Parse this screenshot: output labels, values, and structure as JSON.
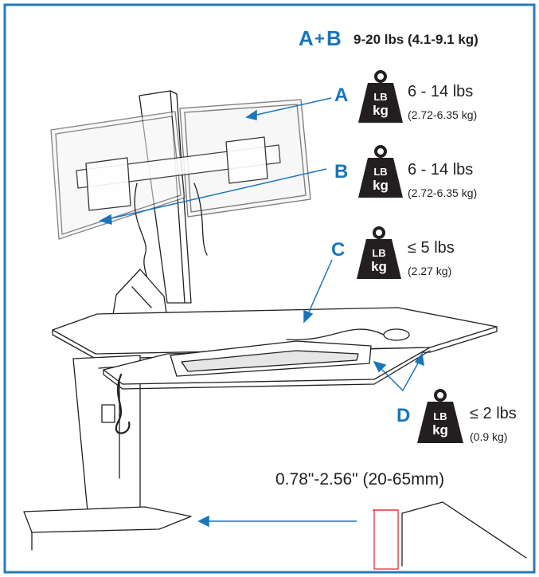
{
  "colors": {
    "accent": "#1a75bb",
    "border": "#2a7ab8",
    "ink": "#231f20",
    "weight_fill": "#231f20",
    "dim_red": "#e02127"
  },
  "header": {
    "label_a": "A",
    "plus": "+",
    "label_b": "B",
    "range": "9-20 lbs (4.1-9.1 kg)"
  },
  "loads": [
    {
      "letter": "A",
      "icon": "weight-icon",
      "icon_top": "LB",
      "icon_bottom": "kg",
      "weight": "6 - 14 lbs",
      "metric": "(2.72-6.35 kg)"
    },
    {
      "letter": "B",
      "icon": "weight-icon",
      "icon_top": "LB",
      "icon_bottom": "kg",
      "weight": "6 - 14 lbs",
      "metric": "(2.72-6.35 kg)"
    },
    {
      "letter": "C",
      "icon": "weight-icon",
      "icon_top": "LB",
      "icon_bottom": "kg",
      "weight": "≤ 5 lbs",
      "metric": "(2.27 kg)"
    },
    {
      "letter": "D",
      "icon": "weight-icon",
      "icon_top": "LB",
      "icon_bottom": "kg",
      "weight": "≤ 2 lbs",
      "metric": "(0.9 kg)"
    }
  ],
  "desk_clearance": "0.78\"-2.56\" (20-65mm)"
}
